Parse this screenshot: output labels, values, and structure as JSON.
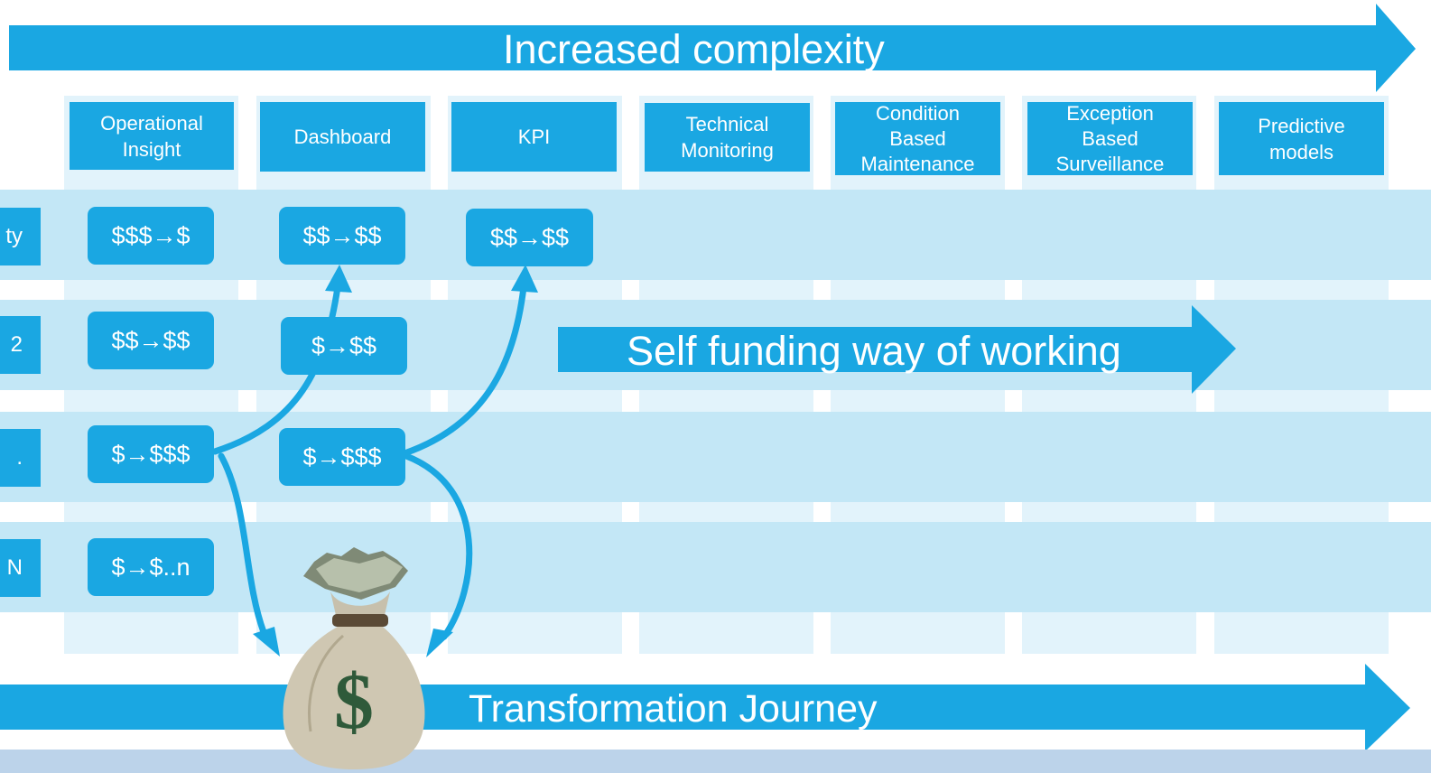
{
  "top_arrow": {
    "label": "Increased complexity"
  },
  "bottom_arrow": {
    "label": "Transformation Journey"
  },
  "mid_arrow": {
    "label": "Self funding way of working"
  },
  "columns": [
    {
      "label": "Operational\nInsight"
    },
    {
      "label": "Dashboard"
    },
    {
      "label": "KPI"
    },
    {
      "label": "Technical\nMonitoring"
    },
    {
      "label": "Condition\nBased\nMaintenance"
    },
    {
      "label": "Exception\nBased\nSurveillance"
    },
    {
      "label": "Predictive\nmodels"
    }
  ],
  "row_tabs": [
    "ty",
    "2",
    ".",
    "N"
  ],
  "cells": {
    "r1_c1": "$$$→$",
    "r1_c2": "$$→$$",
    "r1_c3": "$$→$$",
    "r2_c1": "$$→$$",
    "r2_c2": "$→$$",
    "r3_c1": "$→$$$",
    "r3_c2": "$→$$$",
    "r4_c1": "$→$..n"
  },
  "money_bag": {
    "symbol": "$"
  },
  "colors": {
    "accent": "#1aa7e2",
    "band": "#c3e7f6",
    "column": "#e2f3fb"
  }
}
